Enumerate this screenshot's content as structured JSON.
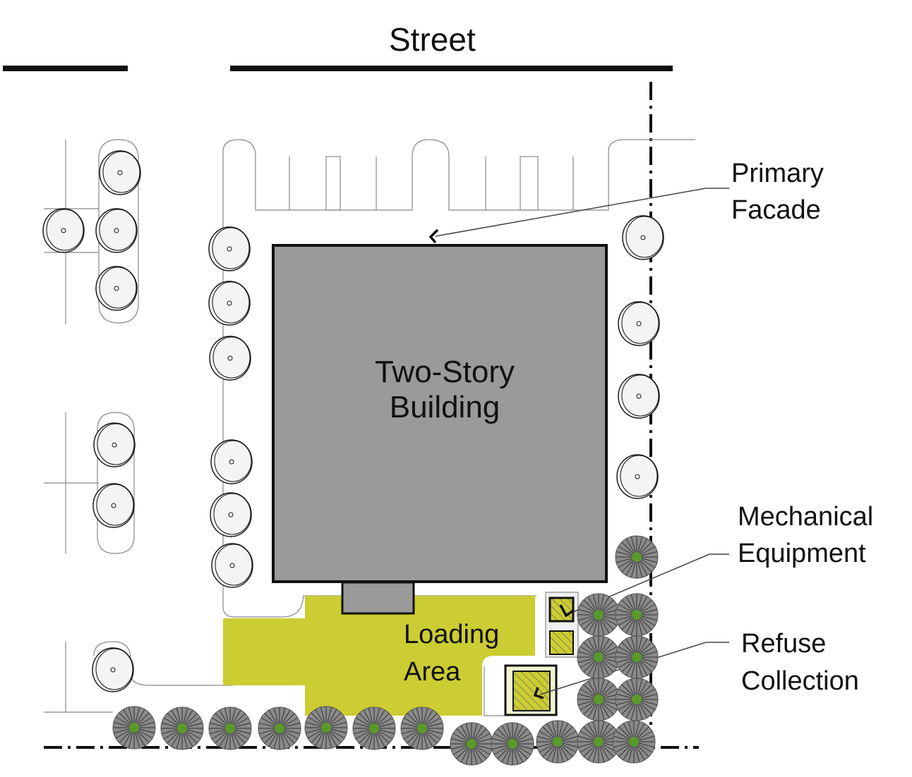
{
  "labels": {
    "street": "Street",
    "primary_facade_line1": "Primary",
    "primary_facade_line2": "Facade",
    "building_line1": "Two-Story",
    "building_line2": "Building",
    "loading_line1": "Loading",
    "loading_line2": "Area",
    "mechanical_line1": "Mechanical",
    "mechanical_line2": "Equipment",
    "refuse_line1": "Refuse",
    "refuse_line2": "Collection"
  },
  "colors": {
    "building_fill": "#9a9a9a",
    "loading_fill": "#cccc33",
    "shrub_fill": "#8a8a8a",
    "shrub_center": "#5a9a2a",
    "line": "#111111"
  }
}
